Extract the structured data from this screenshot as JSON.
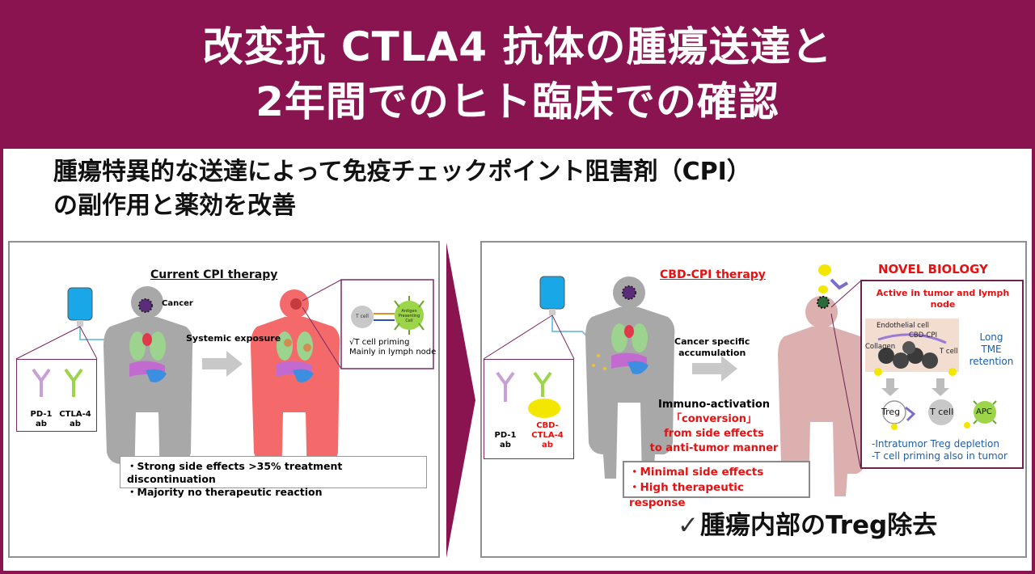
{
  "title": {
    "line1": "改変抗 CTLA4 抗体の腫瘍送達と",
    "line2": "2年間でのヒト臨床での確認"
  },
  "subtitle": {
    "line1": "腫瘍特異的な送達によって免疫チェックポイント阻害剤（CPI）",
    "line2": "の副作用と薬効を改善"
  },
  "left_panel": {
    "heading": "Current CPI therapy",
    "cancer_label": "Cancer",
    "systemic_label": "Systemic exposure",
    "tcell_note_line1": "√T cell priming",
    "tcell_note_line2": "Mainly in lymph node",
    "inset_tcell": "T cell",
    "inset_apc": "Antigen Presenting Cell",
    "ab1_line1": "PD-1",
    "ab1_line2": "ab",
    "ab2_line1": "CTLA-4",
    "ab2_line2": "ab",
    "note1": "・Strong side effects >35% treatment discontinuation",
    "note2": "・Majority no therapeutic reaction"
  },
  "right_panel": {
    "heading": "CBD-CPI therapy",
    "novel_heading": "NOVEL BIOLOGY",
    "accum_line1": "Cancer specific",
    "accum_line2": "accumulation",
    "immuno_line1": "Immuno-activation",
    "immuno_line2": "「conversion」",
    "immuno_line3": "from side effects",
    "immuno_line4": "to anti-tumor manner",
    "effect1": "・Minimal side effects",
    "effect2": "・High therapeutic response",
    "ab1_line1": "PD-1",
    "ab1_line2": "ab",
    "ab2_line1": "CBD-",
    "ab2_line2": "CTLA-4",
    "ab2_line3": "ab",
    "active_line1": "Active in tumor and lymph",
    "active_line2": "node",
    "endothelial": "Endothelial cell",
    "cbd_cpi": "CBD-CPI",
    "collagen": "Collagen",
    "tcell_small": "T cell",
    "long_line1": "Long",
    "long_line2": "TME",
    "long_line3": "retention",
    "treg": "Treg",
    "tcell": "T cell",
    "apc": "APC",
    "bullet1": "-Intratumor Treg depletion",
    "bullet2": "-T cell priming also in tumor"
  },
  "result": {
    "check": "✓",
    "text": "腫瘍内部のTreg除去"
  },
  "colors": {
    "brand": "#8a1450",
    "accent_red": "#e81010",
    "text_blue": "#1f5ea8",
    "body_gray": "#a8a8a8",
    "body_red": "#f46a6a",
    "body_pink": "#ddb0b0"
  }
}
